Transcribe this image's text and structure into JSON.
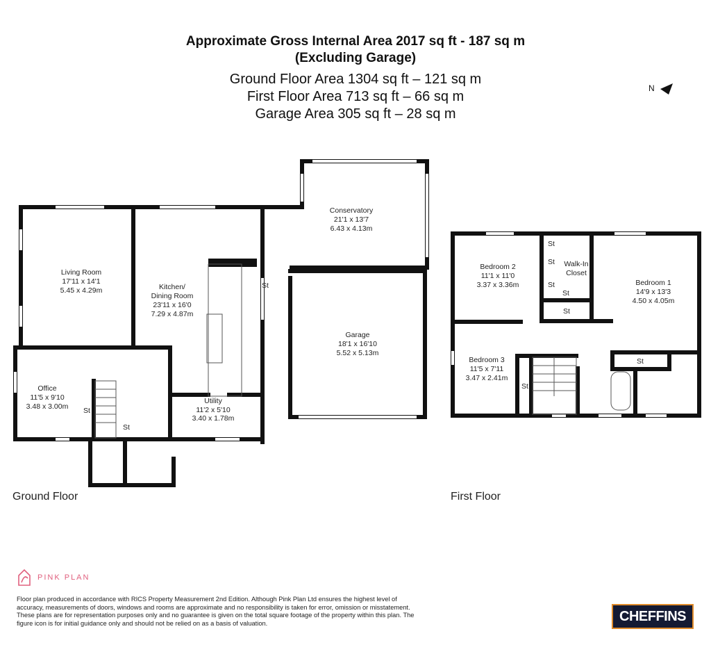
{
  "header": {
    "title_line1": "Approximate Gross Internal Area 2017 sq ft - 187 sq m",
    "title_line2": "(Excluding Garage)",
    "ground_area": "Ground Floor Area 1304 sq ft – 121 sq m",
    "first_area": "First Floor Area 713 sq ft – 66 sq m",
    "garage_area": "Garage Area 305 sq ft – 28 sq m"
  },
  "north_label": "N",
  "ground_floor": {
    "label": "Ground Floor",
    "rooms": {
      "living": {
        "name": "Living Room",
        "imperial": "17'11 x 14'1",
        "metric": "5.45 x 4.29m"
      },
      "kitchen": {
        "name1": "Kitchen/",
        "name2": "Dining Room",
        "imperial": "23'11 x 16'0",
        "metric": "7.29 x 4.87m"
      },
      "conservatory": {
        "name": "Conservatory",
        "imperial": "21'1 x 13'7",
        "metric": "6.43 x 4.13m"
      },
      "garage": {
        "name": "Garage",
        "imperial": "18'1 x 16'10",
        "metric": "5.52 x 5.13m"
      },
      "office": {
        "name": "Office",
        "imperial": "11'5 x 9'10",
        "metric": "3.48 x 3.00m"
      },
      "utility": {
        "name": "Utility",
        "imperial": "11'2 x 5'10",
        "metric": "3.40 x 1.78m"
      }
    },
    "storage_label": "St"
  },
  "first_floor": {
    "label": "First Floor",
    "rooms": {
      "bed1": {
        "name": "Bedroom 1",
        "imperial": "14'9 x 13'3",
        "metric": "4.50 x 4.05m"
      },
      "bed2": {
        "name": "Bedroom 2",
        "imperial": "11'1 x 11'0",
        "metric": "3.37 x 3.36m"
      },
      "bed3": {
        "name": "Bedroom 3",
        "imperial": "11'5 x 7'11",
        "metric": "3.47 x 2.41m"
      },
      "closet": {
        "name1": "Walk-In",
        "name2": "Closet"
      }
    },
    "storage_label": "St"
  },
  "footer": {
    "brand": "PINK PLAN",
    "brand_color": "#e0607e",
    "disclaimer": "Floor plan produced in accordance with RICS Property Measurement 2nd Edition. Although Pink Plan Ltd ensures the highest level of accuracy, measurements of doors, windows and rooms are approximate and no responsibility is taken for error, omission or misstatement. These plans are for representation purposes only and no guarantee is given on the total square footage of the property within this plan. The figure icon is for initial guidance only and should not be relied on as a basis of valuation.",
    "agent_logo": "CHEFFINS",
    "agent_color": "#141a33",
    "agent_accent": "#e08b2a"
  }
}
